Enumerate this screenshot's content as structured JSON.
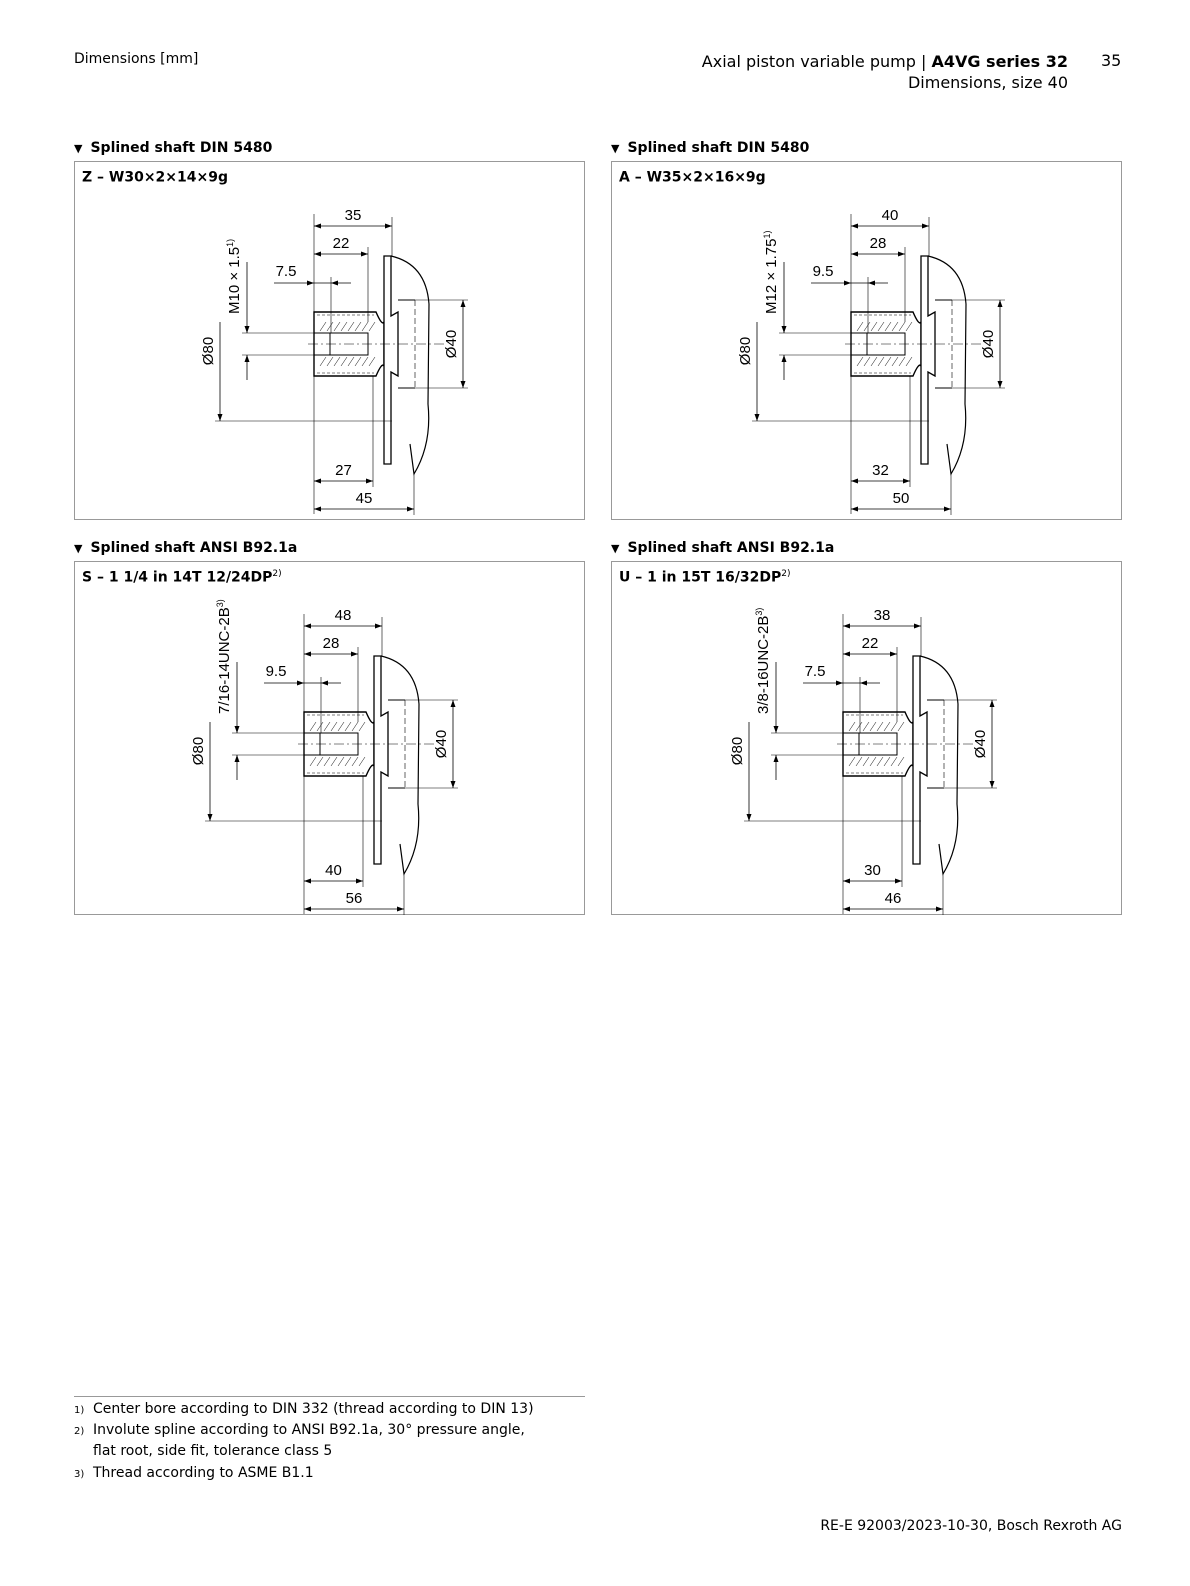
{
  "header": {
    "left": "Dimensions [mm]",
    "title_prefix": "Axial piston variable pump | ",
    "title_bold": "A4VG series 32",
    "subtitle": "Dimensions, size 40",
    "page_number": "35"
  },
  "panels": [
    {
      "section": "Splined shaft DIN 5480",
      "subtitle": "Z – W30×2×14×9g",
      "sup": "",
      "dims": {
        "top1": "35",
        "top2": "22",
        "top3": "7.5",
        "bottom1": "27",
        "bottom2": "45",
        "thread": "M10 × 1.5",
        "thread_sup": "1)",
        "dia_left": "Ø80",
        "dia_right": "Ø40"
      }
    },
    {
      "section": "Splined shaft DIN 5480",
      "subtitle": "A – W35×2×16×9g",
      "sup": "",
      "dims": {
        "top1": "40",
        "top2": "28",
        "top3": "9.5",
        "bottom1": "32",
        "bottom2": "50",
        "thread": "M12 × 1.75",
        "thread_sup": "1)",
        "dia_left": "Ø80",
        "dia_right": "Ø40"
      }
    },
    {
      "section": "Splined shaft ANSI B92.1a",
      "subtitle": "S – 1 1/4 in 14T 12/24DP",
      "sup": "2)",
      "dims": {
        "top1": "48",
        "top2": "28",
        "top3": "9.5",
        "bottom1": "40",
        "bottom2": "56",
        "thread": "7/16-14UNC-2B",
        "thread_sup": "3)",
        "dia_left": "Ø80",
        "dia_right": "Ø40"
      }
    },
    {
      "section": "Splined shaft ANSI B92.1a",
      "subtitle": "U – 1 in 15T 16/32DP",
      "sup": "2)",
      "dims": {
        "top1": "38",
        "top2": "22",
        "top3": "7.5",
        "bottom1": "30",
        "bottom2": "46",
        "thread": "3/8-16UNC-2B",
        "thread_sup": "3)",
        "dia_left": "Ø80",
        "dia_right": "Ø40"
      }
    }
  ],
  "footnotes": [
    {
      "num": "1)",
      "text": "Center bore according to DIN 332 (thread according to DIN 13)"
    },
    {
      "num": "2)",
      "text": "Involute spline according to ANSI B92.1a, 30° pressure angle,"
    },
    {
      "num": "",
      "text": "flat root, side fit, tolerance class 5"
    },
    {
      "num": "3)",
      "text": "Thread according to ASME B1.1"
    }
  ],
  "footer": "RE-E 92003/2023-10-30, Bosch Rexroth AG"
}
